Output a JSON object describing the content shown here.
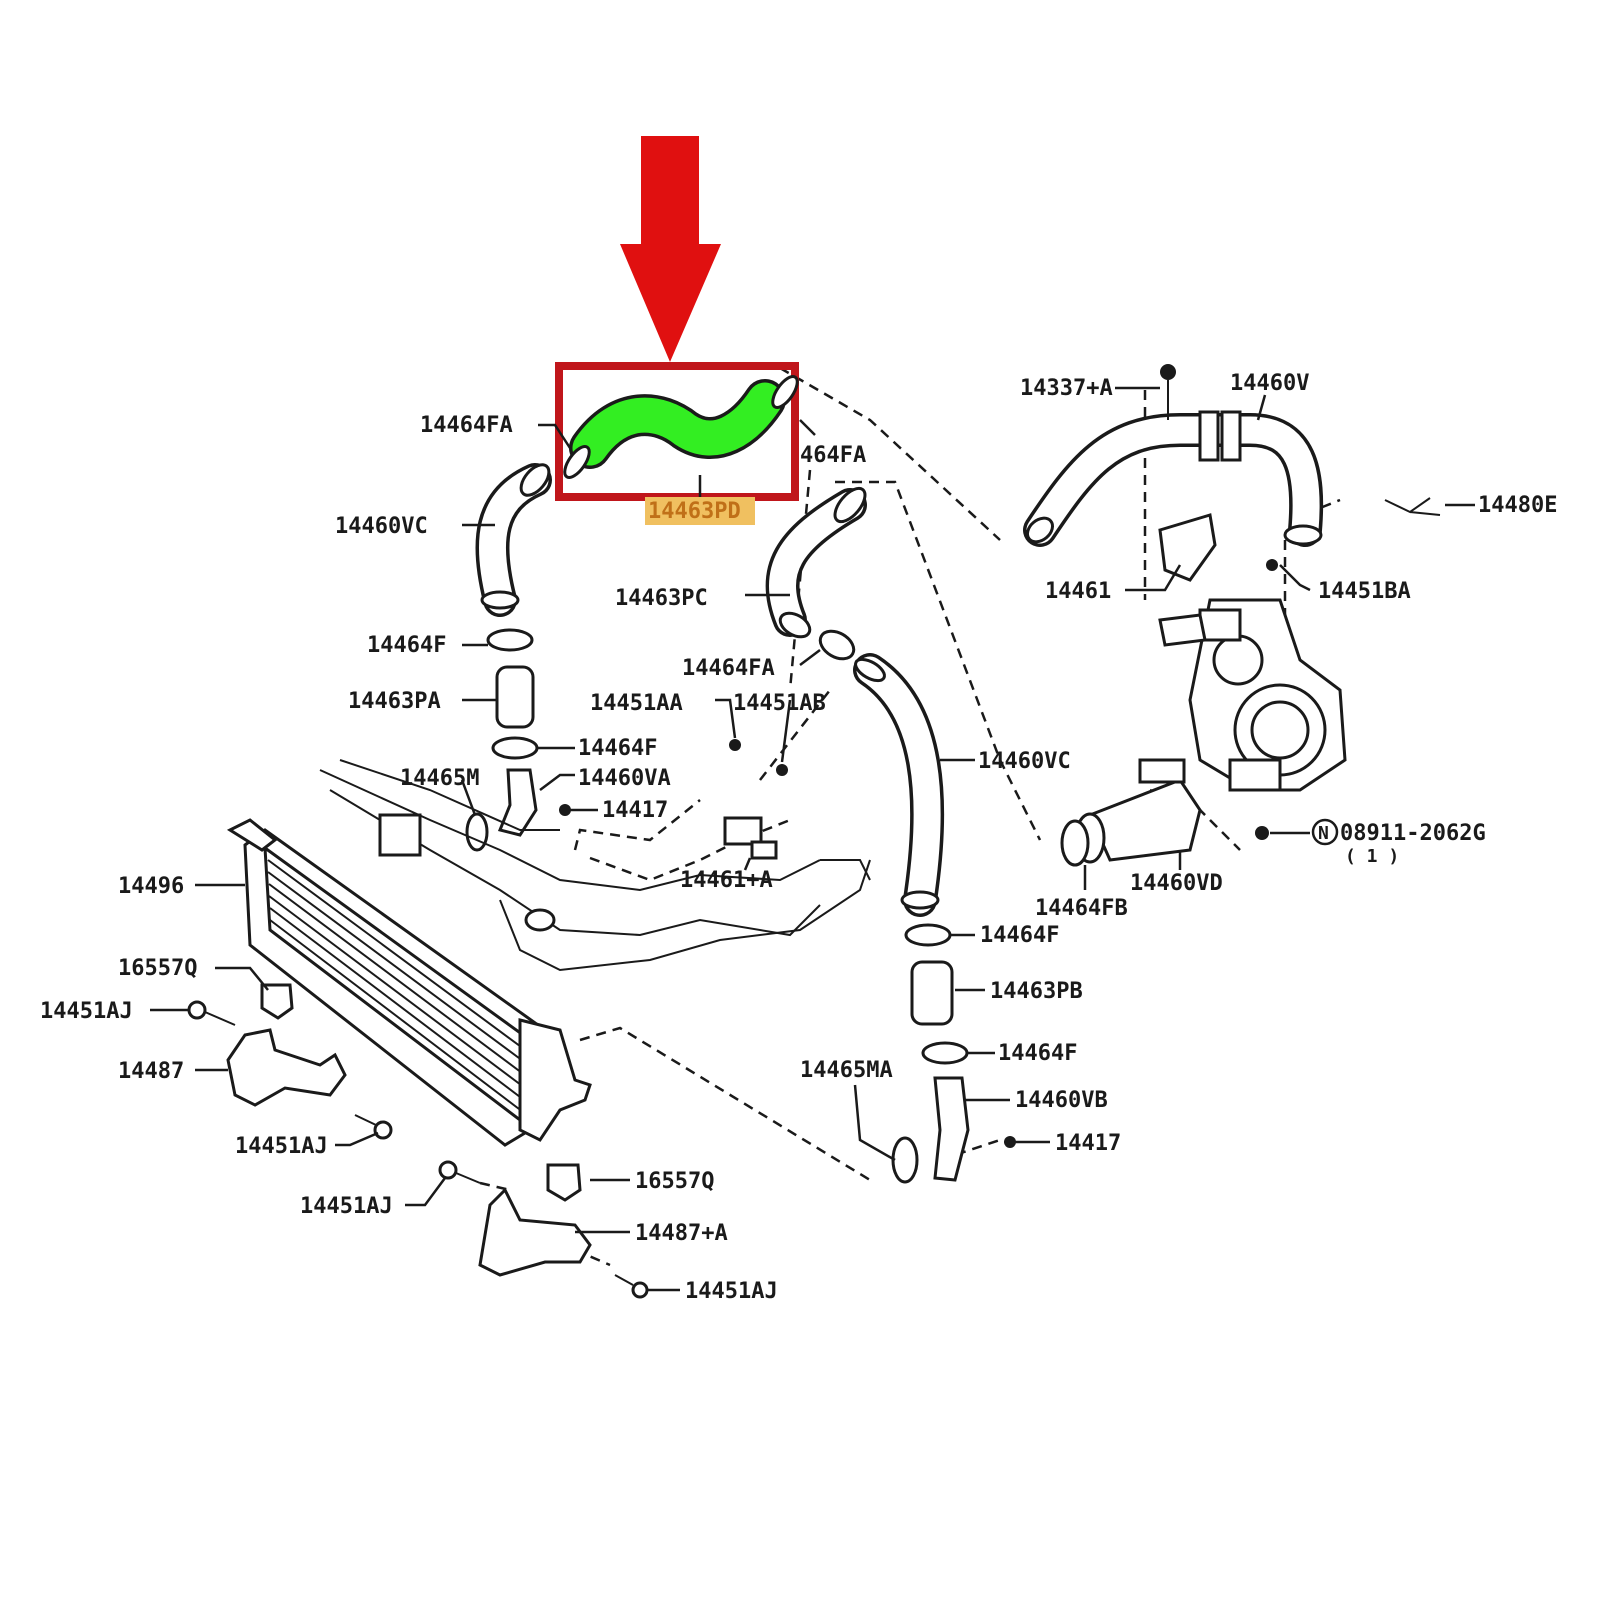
{
  "colors": {
    "arrow": "#e01010",
    "highlight_box": "#c0161b",
    "highlight_hose": "#33ee22",
    "highlight_label_bg": "#f0c060"
  },
  "labels": {
    "fa_top_left": "14464FA",
    "fa_top_right": "464FA",
    "highlighted_part": "14463PD",
    "vc_left": "14460VC",
    "f_1": "14464F",
    "pa": "14463PA",
    "f_2": "14464F",
    "va": "14460VA",
    "m": "14465M",
    "n17_1": "14417",
    "pc": "14463PC",
    "fa_mid": "14464FA",
    "aa": "14451AA",
    "ab": "14451AB",
    "vc_right": "14460VC",
    "a61": "14461+A",
    "n337": "14337+A",
    "v": "14460V",
    "e80": "14480E",
    "n61": "14461",
    "ba": "14451BA",
    "bolt": "08911-2062G",
    "bolt_qty": "( 1 )",
    "vd": "14460VD",
    "fb": "14464FB",
    "f_3": "14464F",
    "pb": "14463PB",
    "f_4": "14464F",
    "ma": "14465MA",
    "vb": "14460VB",
    "n17_2": "14417",
    "n496": "14496",
    "n557_1": "16557Q",
    "aj_1": "14451AJ",
    "n487": "14487",
    "aj_2": "14451AJ",
    "aj_3": "14451AJ",
    "n557_2": "16557Q",
    "n487a": "14487+A",
    "aj_4": "14451AJ"
  }
}
